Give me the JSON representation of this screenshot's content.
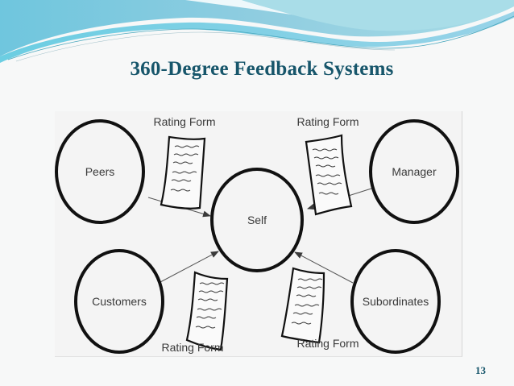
{
  "slide": {
    "title": "360-Degree Feedback Systems",
    "page_number": "13",
    "colors": {
      "title": "#17566b",
      "wave_light": "#a8dde8",
      "wave_mid": "#7cc8dc",
      "wave_dark": "#3fb6cf",
      "background": "#f7f8f8"
    }
  },
  "diagram": {
    "center": {
      "label": "Self"
    },
    "nodes": [
      {
        "id": "peers",
        "label": "Peers",
        "position": "top-left"
      },
      {
        "id": "manager",
        "label": "Manager",
        "position": "top-right"
      },
      {
        "id": "customers",
        "label": "Customers",
        "position": "bottom-left"
      },
      {
        "id": "subordinates",
        "label": "Subordinates",
        "position": "bottom-right"
      }
    ],
    "forms": [
      {
        "label": "Rating Form",
        "icon": "document-icon",
        "position": "top-left"
      },
      {
        "label": "Rating Form",
        "icon": "document-icon",
        "position": "top-right"
      },
      {
        "label": "Rating Form",
        "icon": "document-icon",
        "position": "bottom-left"
      },
      {
        "label": "Rating Form",
        "icon": "document-icon",
        "position": "bottom-right"
      }
    ]
  }
}
